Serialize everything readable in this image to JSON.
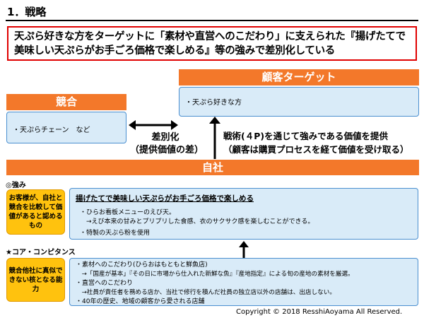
{
  "title": "1．戦略",
  "headline": {
    "line1": "天ぷら好きな方をターゲットに「素材や直営へのこだわり」に支えられた『揚げたてで",
    "line2": "美味しい天ぷらがお手ごろ価格で楽しめる』等の強みで差別化している"
  },
  "target": {
    "header": "顧客ターゲット",
    "item": "・天ぷら好きな方"
  },
  "competition": {
    "header": "競合",
    "item": "・天ぷらチェーン　など"
  },
  "differentiation": {
    "line1": "差別化",
    "line2": "（提供価値の差）"
  },
  "tactics": {
    "line1": "戦術(４P)を通じて強みである価値を提供",
    "line2": "（顧客は購買プロセスを経て価値を受け取る）"
  },
  "company": {
    "header": "自社"
  },
  "strengths": {
    "section_label": "◎強み",
    "side_label": "お客様が、自社と競合を比較して価値があると認めるもの",
    "heading": "揚げたてで美味しい天ぷらがお手ごろ価格で楽しめる",
    "line1": "・ひらお看板メニューのえび天。",
    "line2": "　→えび本来の甘みとプリプリした食感、衣のサクサク感を楽しむことができる。",
    "line3": "・特製の天ぷら粉を使用"
  },
  "core": {
    "section_label": "★コア・コンピタンス",
    "side_label": "競合他社に真似できない核となる能力",
    "line1": "・素材へのこだわり(ひらおはもともと鮮魚店)",
    "line2": "　→「国産が基本」『その日に市場から仕入れた新鮮な魚』『産地指定』による旬の産地の素材を厳選。",
    "line3": "・直営へのこだわり",
    "line4": "　→社員が責任者を務める店か、当社で修行を積んだ社員の独立店以外の店舗は、出店しない。",
    "line5": "・40年の歴史、地域の顧客から愛される店舗"
  },
  "copyright": "Copyright ©  2018 ResshiAoyama All  Reserved.",
  "colors": {
    "orange": "#f3782a",
    "blue_box": "#d9ebf8",
    "yellow": "#ffc20e",
    "red_border": "#e00000"
  }
}
